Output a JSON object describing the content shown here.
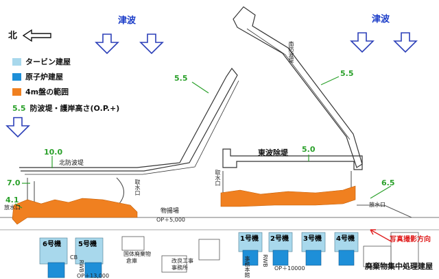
{
  "compass": {
    "label": "北"
  },
  "tsunami": [
    "津波",
    "津波"
  ],
  "legend": {
    "turbine": {
      "label": "タービン建屋",
      "color": "#a8d8ec"
    },
    "reactor": {
      "label": "原子炉建屋",
      "color": "#1e8fd8"
    },
    "ground": {
      "label": "4m盤の範囲",
      "color": "#f08020"
    },
    "height": {
      "value": "5.5",
      "label": "防波堤・護岸高さ(O.P.+)",
      "color": "#2aa02a"
    }
  },
  "heights": [
    "5.5",
    "5.5",
    "10.0",
    "7.0",
    "4.1",
    "5.0",
    "6.5"
  ],
  "structures": {
    "east_breakwater": "東波除堤",
    "north_breakwater": "北防波堤",
    "south_breakwater": "南防波堤",
    "intake_left": "放水口",
    "intake_center": "取水口",
    "intake_right": "放水口",
    "intake_mid": "取水口",
    "yard": "物揚場",
    "yard_elev": "OP＋5,000",
    "elev_a": "OP＋13,000",
    "elev_b": "OP＋10000",
    "cb": "CB",
    "rwb": "RWB",
    "rwb2": "RWB",
    "waste_bldg": "国体廃棄物",
    "warehouse": "倉庫",
    "construction": "改良工事",
    "office": "事務所",
    "admin": "事務本館",
    "photo_dir": "写真撮影方向",
    "waste_center": "廃棄物集中処理建屋"
  },
  "units": {
    "u6": "6号機",
    "u5": "5号機",
    "u1": "1号機",
    "u2": "2号機",
    "u3": "3号機",
    "u4": "4号機"
  }
}
